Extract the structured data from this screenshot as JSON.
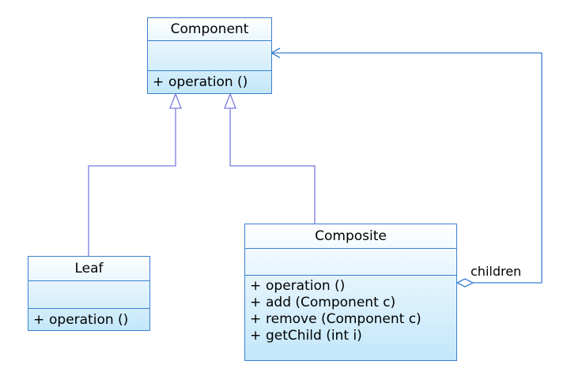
{
  "classes": {
    "component": {
      "name": "Component",
      "operations": [
        {
          "visibility": "+",
          "signature": "operation ()"
        }
      ]
    },
    "leaf": {
      "name": "Leaf",
      "operations": [
        {
          "visibility": "+",
          "signature": "operation ()"
        }
      ]
    },
    "composite": {
      "name": "Composite",
      "operations": [
        {
          "visibility": "+",
          "signature": "operation ()"
        },
        {
          "visibility": "+",
          "signature": "add (Component c)"
        },
        {
          "visibility": "+",
          "signature": "remove (Component c)"
        },
        {
          "visibility": "+",
          "signature": "getChild (int i)"
        }
      ]
    }
  },
  "relations": {
    "children_label": "children"
  },
  "colors": {
    "class_border": "#3a7fd2",
    "inheritance_line": "#7b7be0",
    "association_line": "#3a7fd2"
  }
}
